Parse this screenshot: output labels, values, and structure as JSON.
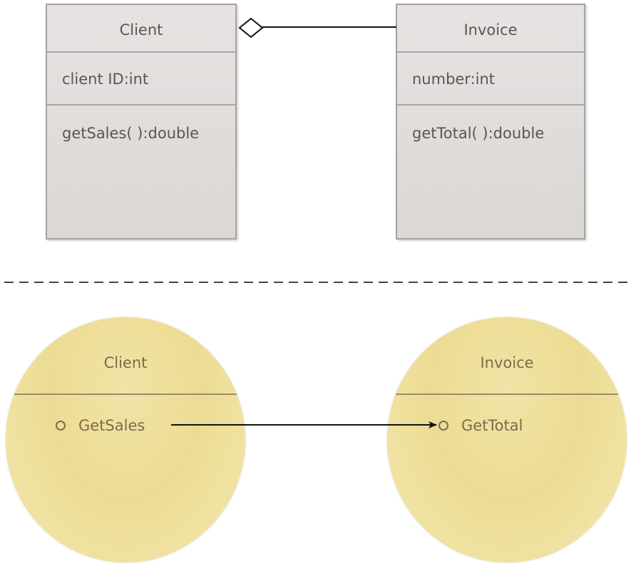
{
  "class_diagram": {
    "client": {
      "name": "Client",
      "attribute": "client ID:int",
      "operation": "getSales( ):double"
    },
    "invoice": {
      "name": "Invoice",
      "attribute": "number:int",
      "operation": "getTotal( ):double"
    },
    "association": "aggregation"
  },
  "object_diagram": {
    "client": {
      "name": "Client",
      "method": "GetSales"
    },
    "invoice": {
      "name": "Invoice",
      "method": "GetTotal"
    },
    "message": "arrow from GetSales to GetTotal"
  },
  "colors": {
    "uml_fill": "#dedad8",
    "uml_border": "#a6a2a0",
    "uml_text": "#5a5654",
    "object_fill": "#efe09e",
    "object_text": "#7f6a4c",
    "line": "#111111",
    "separator": "#444444"
  }
}
